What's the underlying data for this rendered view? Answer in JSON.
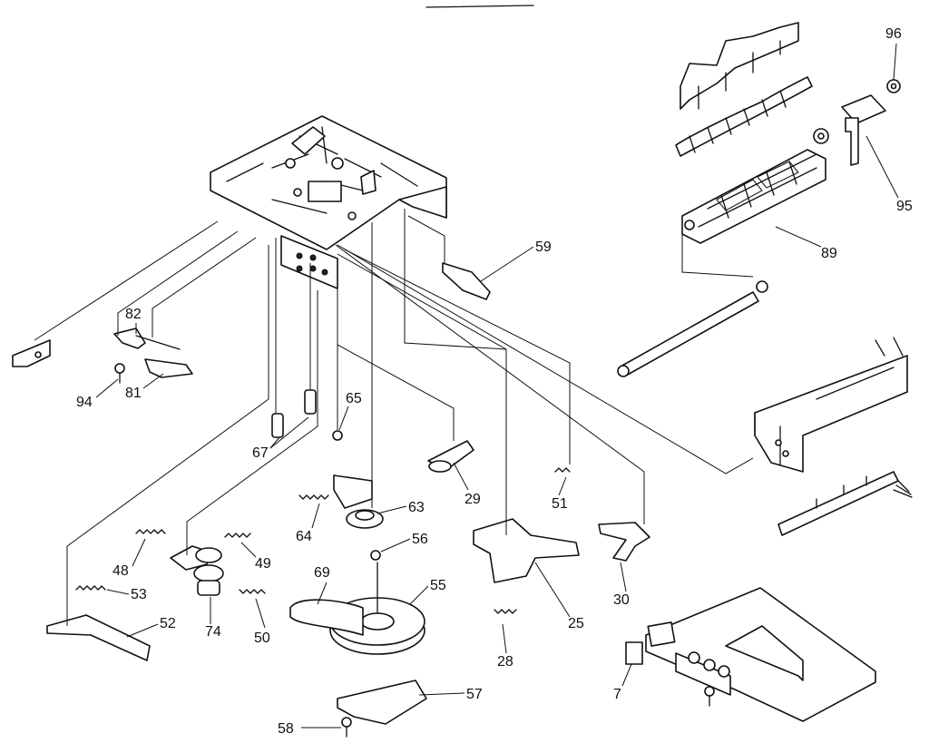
{
  "callouts": [
    {
      "id": "c96",
      "label": "96"
    },
    {
      "id": "c95",
      "label": "95"
    },
    {
      "id": "c89",
      "label": "89"
    },
    {
      "id": "c59",
      "label": "59"
    },
    {
      "id": "c82",
      "label": "82"
    },
    {
      "id": "c94",
      "label": "94"
    },
    {
      "id": "c81",
      "label": "81"
    },
    {
      "id": "c65",
      "label": "65"
    },
    {
      "id": "c67",
      "label": "67"
    },
    {
      "id": "c29",
      "label": "29"
    },
    {
      "id": "c51",
      "label": "51"
    },
    {
      "id": "c63",
      "label": "63"
    },
    {
      "id": "c64",
      "label": "64"
    },
    {
      "id": "c56",
      "label": "56"
    },
    {
      "id": "c48",
      "label": "48"
    },
    {
      "id": "c49",
      "label": "49"
    },
    {
      "id": "c69",
      "label": "69"
    },
    {
      "id": "c55",
      "label": "55"
    },
    {
      "id": "c53",
      "label": "53"
    },
    {
      "id": "c52",
      "label": "52"
    },
    {
      "id": "c74",
      "label": "74"
    },
    {
      "id": "c50",
      "label": "50"
    },
    {
      "id": "c30",
      "label": "30"
    },
    {
      "id": "c25",
      "label": "25"
    },
    {
      "id": "c28",
      "label": "28"
    },
    {
      "id": "c57",
      "label": "57"
    },
    {
      "id": "c7",
      "label": "7"
    },
    {
      "id": "c58",
      "label": "58"
    }
  ]
}
